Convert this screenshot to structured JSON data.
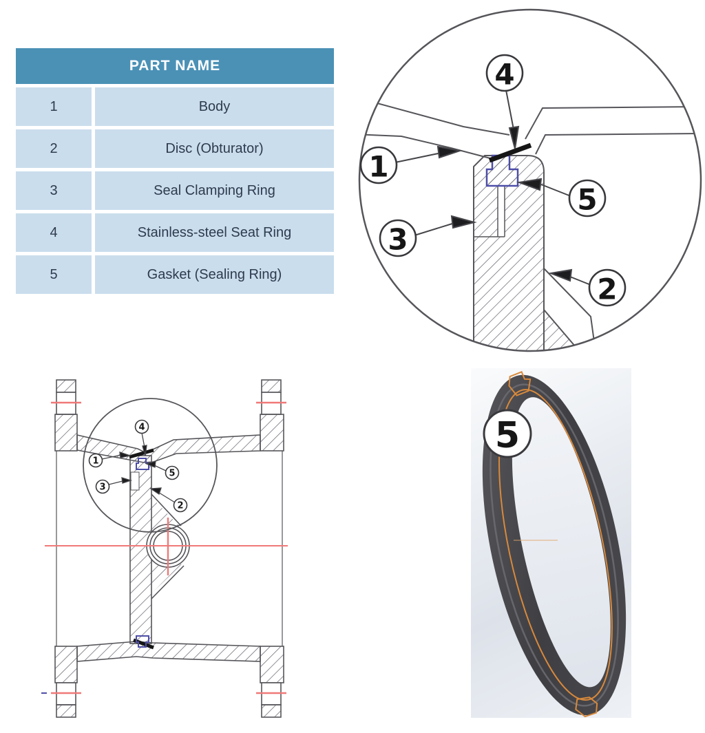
{
  "table": {
    "header": "PART NAME",
    "rows": [
      {
        "num": "1",
        "name": "Body"
      },
      {
        "num": "2",
        "name": "Disc (Obturator)"
      },
      {
        "num": "3",
        "name": "Seal Clamping Ring"
      },
      {
        "num": "4",
        "name": "Stainless-steel Seat Ring"
      },
      {
        "num": "5",
        "name": "Gasket (Sealing Ring)"
      }
    ]
  },
  "detail_view": {
    "description": "enlarged cross-section of seat area",
    "callouts": {
      "c1": "1",
      "c2": "2",
      "c3": "3",
      "c4": "4",
      "c5": "5"
    }
  },
  "section_view": {
    "description": "full valve cross-section drawing",
    "callouts": {
      "c1": "1",
      "c2": "2",
      "c3": "3",
      "c4": "4",
      "c5": "5"
    }
  },
  "gasket_view": {
    "description": "3D render of gasket sealing ring",
    "callout": "5"
  },
  "colors": {
    "table_header_bg": "#4b91b6",
    "table_row_bg": "#cadded",
    "table_header_text": "#ffffff",
    "table_row_text": "#2e3b4e",
    "drawing_line": "#55555a",
    "seat_ring_black": "#161616",
    "centerline_red": "#f07878",
    "gasket_profile_blue": "#4d4da8",
    "section_profile_orange": "#d9893b",
    "ring_dark_gray": "#47474a",
    "panel_gray": "#dde2ea"
  }
}
